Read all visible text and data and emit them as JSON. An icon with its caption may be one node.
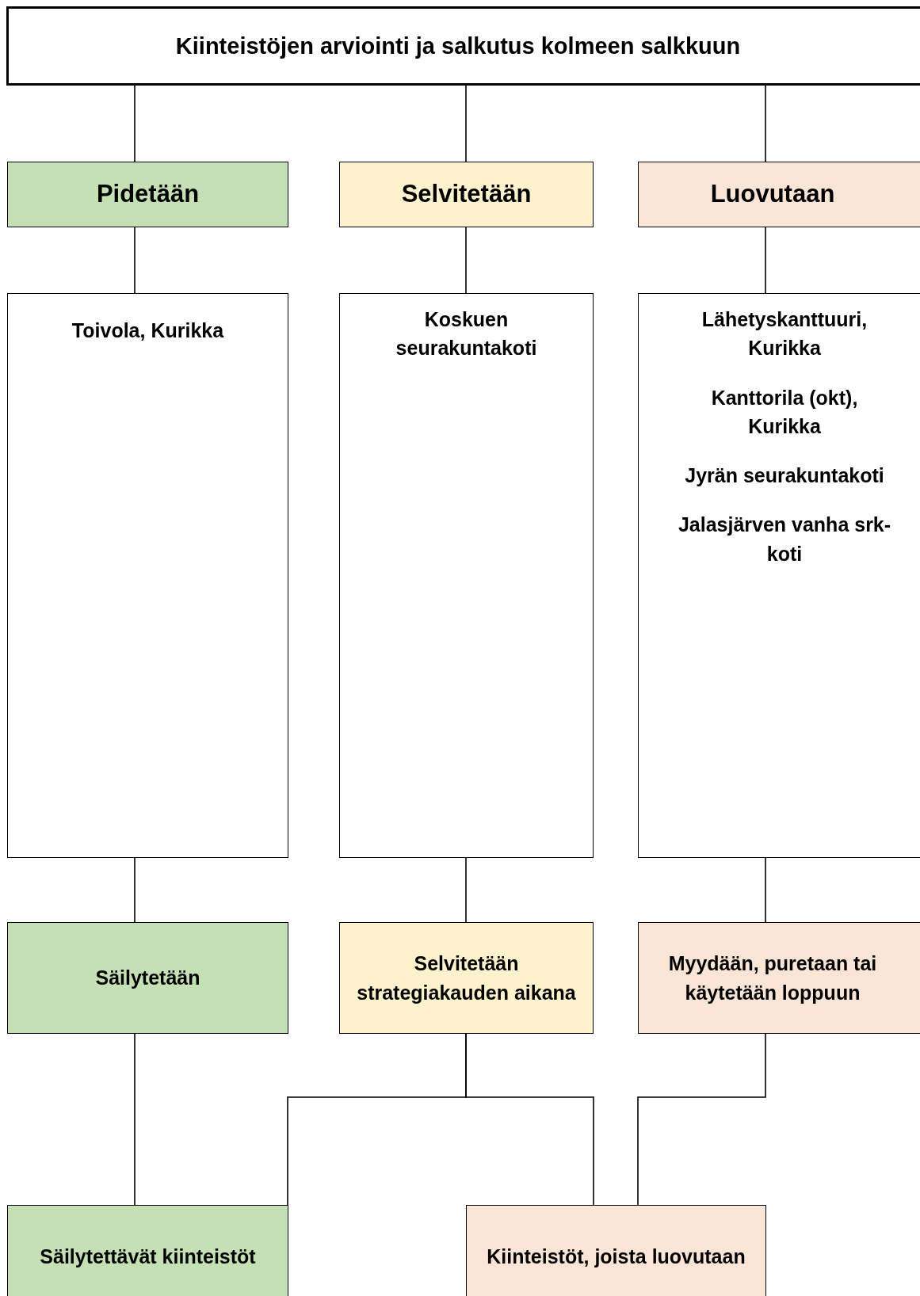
{
  "diagram": {
    "nodes": [
      {
        "text": [
          "Kiinteistöjen arviointi ja salkutus kolmeen salkkuun"
        ]
      },
      {
        "text": [
          "Pidetään"
        ]
      },
      {
        "text": [
          "Selvitetään"
        ]
      },
      {
        "text": [
          "Luovutaan"
        ]
      },
      {
        "text": [
          "Toivola, Kurikka"
        ]
      },
      {
        "text": [
          "Koskuen seurakuntakoti"
        ]
      },
      {
        "text": [
          "Lähetyskanttuuri, Kurikka",
          "Kanttorila (okt), Kurikka",
          "Jyrän seurakuntakoti",
          "Jalasjärven vanha srk-koti"
        ]
      },
      {
        "text": [
          "Säilytetään"
        ]
      },
      {
        "text": [
          "Selvitetään strategiakauden aikana"
        ]
      },
      {
        "text": [
          "Myydään, puretaan tai käytetään loppuun"
        ]
      },
      {
        "text": [
          "Säilytettävät kiinteistöt"
        ]
      },
      {
        "text": [
          "Kiinteistöt, joista luovutaan"
        ]
      }
    ],
    "edges": [
      {
        "from": 0,
        "to": 1,
        "arrow": "none"
      },
      {
        "from": 0,
        "to": 2,
        "arrow": "none"
      },
      {
        "from": 0,
        "to": 3,
        "arrow": "none"
      },
      {
        "from": 1,
        "to": 4,
        "arrow": "none"
      },
      {
        "from": 2,
        "to": 5,
        "arrow": "none"
      },
      {
        "from": 3,
        "to": 6,
        "arrow": "none"
      },
      {
        "from": 4,
        "to": 7,
        "arrow": "none"
      },
      {
        "from": 5,
        "to": 8,
        "arrow": "none"
      },
      {
        "from": 6,
        "to": 9,
        "arrow": "none"
      },
      {
        "from": 7,
        "to": 10,
        "arrow": "none"
      },
      {
        "from": 8,
        "to": 10,
        "arrow": "none"
      },
      {
        "from": 8,
        "to": 11,
        "arrow": "none"
      },
      {
        "from": 9,
        "to": 11,
        "arrow": "none"
      }
    ]
  }
}
